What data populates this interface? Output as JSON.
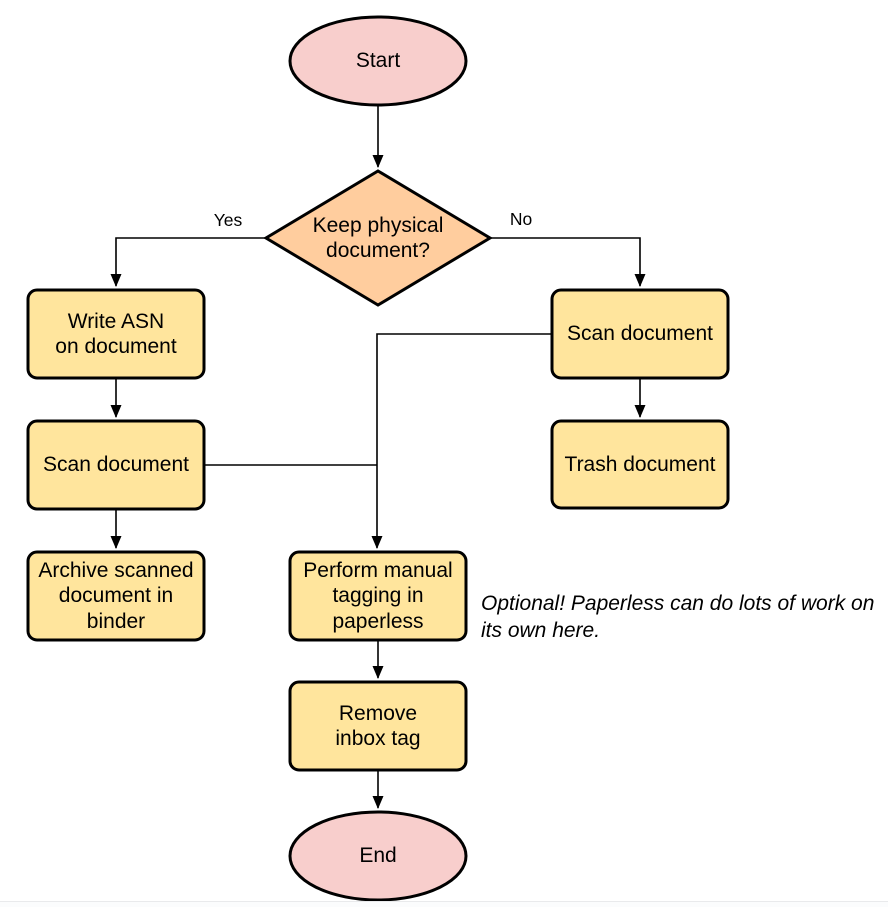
{
  "diagram": {
    "type": "flowchart",
    "colors": {
      "terminal_fill": "#f8cecc",
      "decision_fill": "#ffcd9e",
      "process_fill": "#ffe59d",
      "stroke": "#000000"
    },
    "nodes": {
      "start": "Start",
      "decision": "Keep physical\ndocument?",
      "write_asn": "Write ASN\non document",
      "scan_left": "Scan document",
      "archive": "Archive scanned\ndocument in\nbinder",
      "scan_right": "Scan document",
      "trash": "Trash document",
      "tagging": "Perform manual\ntagging in\npaperless",
      "remove_inbox": "Remove\ninbox tag",
      "end": "End"
    },
    "edge_labels": {
      "yes": "Yes",
      "no": "No"
    },
    "annotation": "Optional! Paperless can do lots of work on\nits own here."
  }
}
